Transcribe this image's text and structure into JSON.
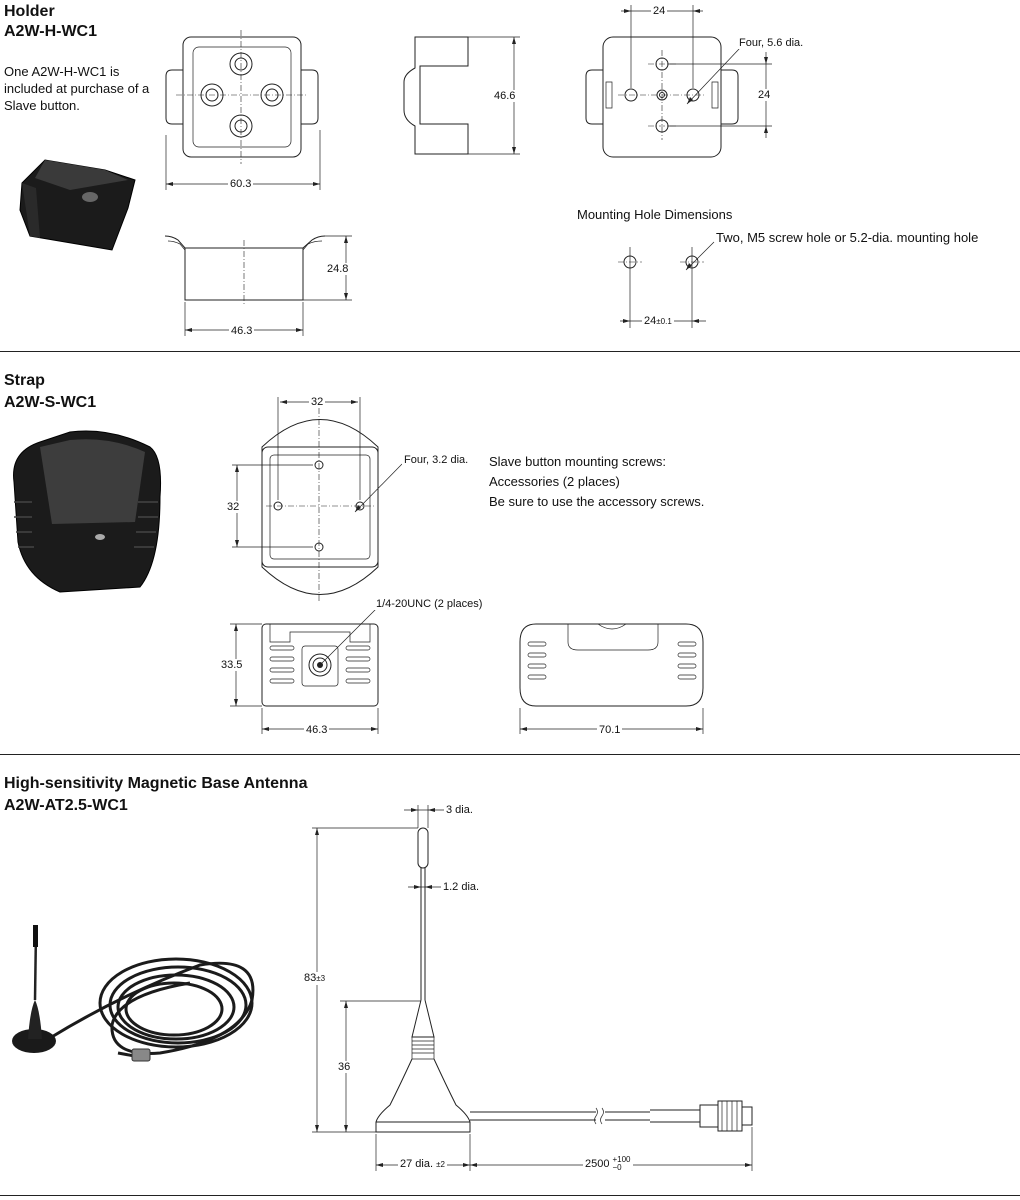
{
  "holder": {
    "title": "Holder",
    "model": "A2W-H-WC1",
    "note": "One A2W-H-WC1 is included at purchase of a Slave button.",
    "dim_60_3": "60.3",
    "dim_46_6": "46.6",
    "dim_24_top": "24",
    "dim_24_side": "24",
    "holes_note": "Four, 5.6 dia.",
    "dim_24_8": "24.8",
    "dim_46_3": "46.3",
    "mounting_title": "Mounting Hole Dimensions",
    "mounting_note": "Two, M5 screw hole or 5.2-dia. mounting hole",
    "mounting_dim": "24",
    "mounting_tol": "±0.1"
  },
  "strap": {
    "title": "Strap",
    "model": "A2W-S-WC1",
    "dim_32_top": "32",
    "dim_32_side": "32",
    "holes_note": "Four, 3.2 dia.",
    "screws_line1": "Slave button mounting screws:",
    "screws_line2": "Accessories (2 places)",
    "screws_line3": "Be sure to use the accessory screws.",
    "thread_note": "1/4-20UNC (2 places)",
    "dim_33_5": "33.5",
    "dim_46_3": "46.3",
    "dim_70_1": "70.1"
  },
  "antenna": {
    "title": "High-sensitivity Magnetic Base Antenna",
    "model": "A2W-AT2.5-WC1",
    "dia_3": "3 dia.",
    "dia_1_2": "1.2 dia.",
    "dim_83": "83",
    "dim_83_tol": "±3",
    "dim_36": "36",
    "dim_27": "27 dia.",
    "dim_27_tol": "±2",
    "dim_2500": "2500",
    "dim_2500_tol_upper": "+100",
    "dim_2500_tol_lower": "−0"
  }
}
